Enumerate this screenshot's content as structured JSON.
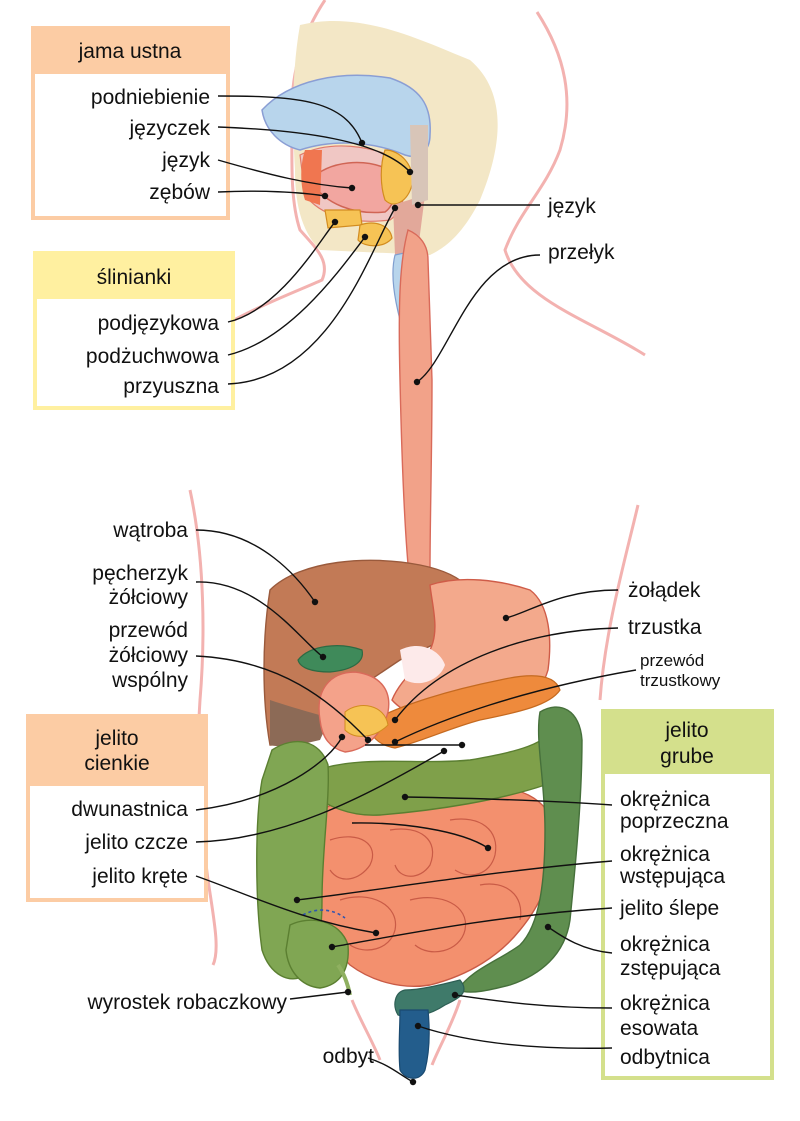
{
  "groups": {
    "mouth": {
      "title": "jama ustna",
      "header_color": "#fccca4",
      "border_color": "#fccca4"
    },
    "salivary": {
      "title": "ślinianki",
      "header_color": "#fff0a0",
      "border_color": "#fff0a0"
    },
    "small_intestine": {
      "title_line1": "jelito",
      "title_line2": "cienkie",
      "header_color": "#fccca4",
      "border_color": "#fccca4"
    },
    "large_intestine": {
      "title_line1": "jelito",
      "title_line2": "grube",
      "header_color": "#d4e08c",
      "border_color": "#d4e08c"
    }
  },
  "labels": {
    "palate": "podniebienie",
    "uvula": "języczek",
    "tongue_mouth": "język",
    "teeth": "zębów",
    "sublingual": "podjęzykowa",
    "submandibular": "podżuchwowa",
    "parotid": "przyuszna",
    "tongue_right": "język",
    "esophagus": "przełyk",
    "liver": "wątroba",
    "gallbladder_l1": "pęcherzyk",
    "gallbladder_l2": "żółciowy",
    "bile_duct_l1": "przewód",
    "bile_duct_l2": "żółciowy",
    "bile_duct_l3": "wspólny",
    "stomach": "żołądek",
    "pancreas": "trzustka",
    "pancreatic_duct_l1": "przewód",
    "pancreatic_duct_l2": "trzustkowy",
    "duodenum": "dwunastnica",
    "jejunum": "jelito czcze",
    "ileum": "jelito kręte",
    "appendix": "wyrostek robaczkowy",
    "anus": "odbyt",
    "transverse_l1": "okrężnica",
    "transverse_l2": "poprzeczna",
    "ascending_l1": "okrężnica",
    "ascending_l2": "wstępująca",
    "cecum": "jelito ślepe",
    "descending_l1": "okrężnica",
    "descending_l2": "zstępująca",
    "sigmoid_l1": "okrężnica",
    "sigmoid_l2": "esowata",
    "rectum": "odbytnica"
  }
}
